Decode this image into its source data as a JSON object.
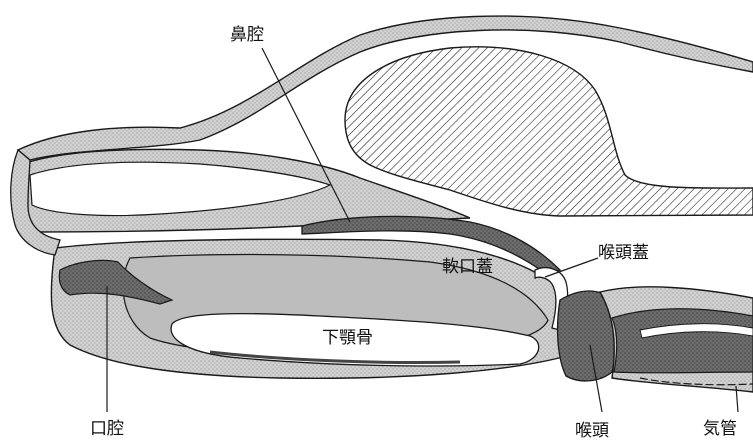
{
  "labels": {
    "nasal_cavity": "鼻腔",
    "soft_palate": "軟口蓋",
    "epiglottis": "喉頭蓋",
    "mandible": "下顎骨",
    "oral_cavity": "口腔",
    "larynx": "喉頭",
    "trachea": "気管"
  },
  "colors": {
    "outline": "#1a1a1a",
    "light_fill": "#d2d2d2",
    "mid_fill": "#b4b4b4",
    "dark_fill": "#6e6e6e",
    "white": "#ffffff"
  }
}
